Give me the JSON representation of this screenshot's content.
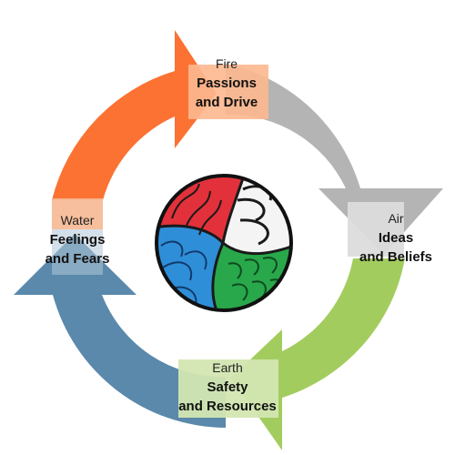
{
  "colors": {
    "fire": "#fb7233",
    "air": "#b4b4b4",
    "earth": "#a3cc5e",
    "water": "#5a89ab",
    "fire_highlight": "#fdb88f",
    "air_highlight": "#dcdcdc",
    "earth_highlight": "#d3e6b1",
    "water_highlight": "#b0c6d7"
  },
  "emblem": {
    "icon": "wave-yin-yang-emblem-icon"
  },
  "stages": [
    {
      "key": "fire",
      "element": "Fire",
      "line1": "Passions",
      "line2": "and Drive"
    },
    {
      "key": "air",
      "element": "Air",
      "line1": "Ideas",
      "line2": "and Beliefs"
    },
    {
      "key": "earth",
      "element": "Earth",
      "line1": "Safety",
      "line2": "and Resources"
    },
    {
      "key": "water",
      "element": "Water",
      "line1": "Feelings",
      "line2": "and Fears"
    }
  ]
}
